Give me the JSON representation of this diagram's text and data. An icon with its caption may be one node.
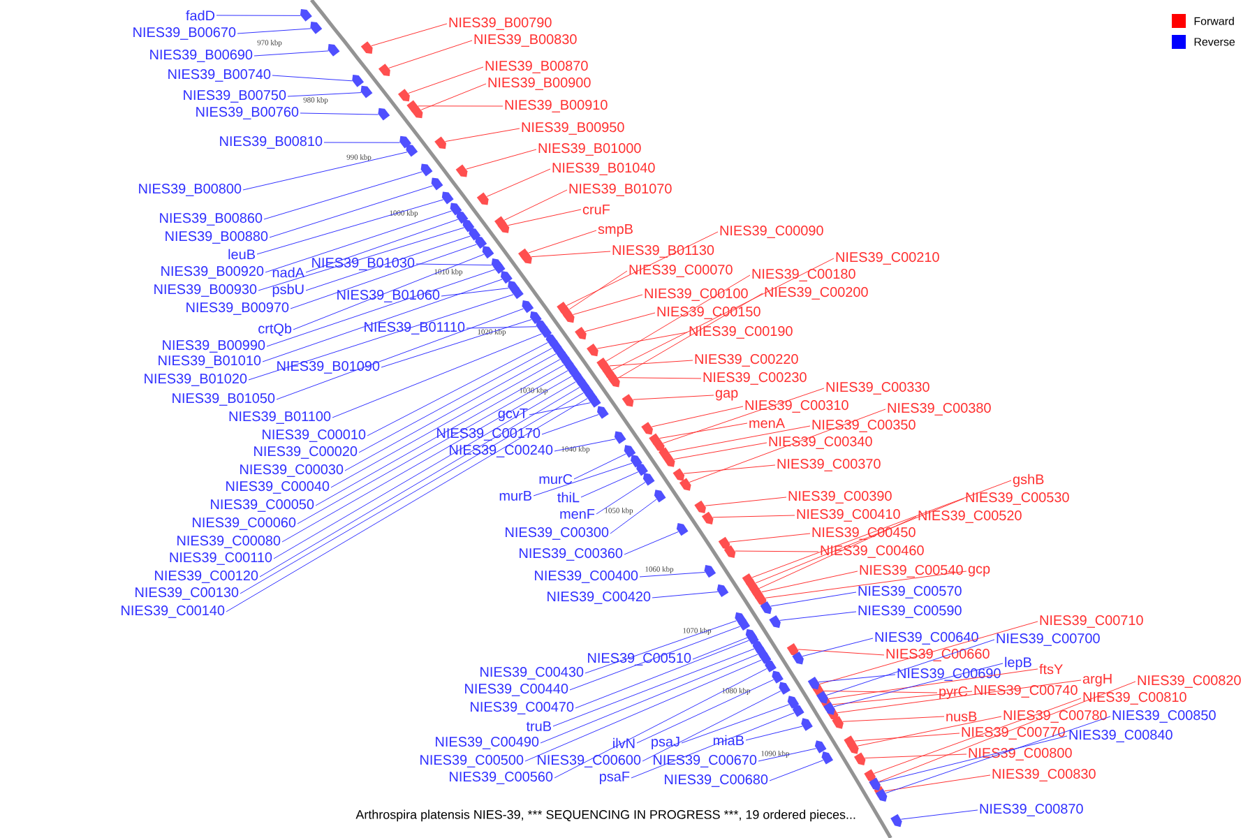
{
  "diagram": {
    "caption": "Arthrospira platensis NIES-39, *** SEQUENCING IN PROGRESS ***, 19 ordered pieces...",
    "nodes": [
      {
        "text": [
          "fadD"
        ]
      },
      {
        "text": [
          "NIES39_B00670"
        ]
      },
      {
        "text": [
          "NIES39_B00690"
        ]
      },
      {
        "text": [
          "NIES39_B00740"
        ]
      },
      {
        "text": [
          "NIES39_B00750"
        ]
      },
      {
        "text": [
          "NIES39_B00760"
        ]
      },
      {
        "text": [
          "NIES39_B00810"
        ]
      },
      {
        "text": [
          "NIES39_B00800"
        ]
      },
      {
        "text": [
          "NIES39_B00860"
        ]
      },
      {
        "text": [
          "NIES39_B00880"
        ]
      },
      {
        "text": [
          "leuB"
        ]
      },
      {
        "text": [
          "NIES39_B00920"
        ]
      },
      {
        "text": [
          "nadA"
        ]
      },
      {
        "text": [
          "NIES39_B01030"
        ]
      },
      {
        "text": [
          "NIES39_B00930"
        ]
      },
      {
        "text": [
          "psbU"
        ]
      },
      {
        "text": [
          "NIES39_B00970"
        ]
      },
      {
        "text": [
          "NIES39_B01060"
        ]
      },
      {
        "text": [
          "crtQb"
        ]
      },
      {
        "text": [
          "NIES39_B01110"
        ]
      },
      {
        "text": [
          "NIES39_B00990"
        ]
      },
      {
        "text": [
          "NIES39_B01010"
        ]
      },
      {
        "text": [
          "NIES39_B01090"
        ]
      },
      {
        "text": [
          "NIES39_B01020"
        ]
      },
      {
        "text": [
          "NIES39_B01050"
        ]
      },
      {
        "text": [
          "NIES39_B01100"
        ]
      },
      {
        "text": [
          "NIES39_C00010"
        ]
      },
      {
        "text": [
          "NIES39_C00020"
        ]
      },
      {
        "text": [
          "NIES39_C00030"
        ]
      },
      {
        "text": [
          "NIES39_C00040"
        ]
      },
      {
        "text": [
          "NIES39_C00050"
        ]
      },
      {
        "text": [
          "NIES39_C00060"
        ]
      },
      {
        "text": [
          "NIES39_C00080"
        ]
      },
      {
        "text": [
          "NIES39_C00110"
        ]
      },
      {
        "text": [
          "NIES39_C00120"
        ]
      },
      {
        "text": [
          "NIES39_C00130"
        ]
      },
      {
        "text": [
          "NIES39_C00140"
        ]
      },
      {
        "text": [
          "gcvT"
        ]
      },
      {
        "text": [
          "NIES39_C00170"
        ]
      },
      {
        "text": [
          "NIES39_C00240"
        ]
      },
      {
        "text": [
          "murC"
        ]
      },
      {
        "text": [
          "murB"
        ]
      },
      {
        "text": [
          "thiL"
        ]
      },
      {
        "text": [
          "menF"
        ]
      },
      {
        "text": [
          "NIES39_C00300"
        ]
      },
      {
        "text": [
          "NIES39_C00360"
        ]
      },
      {
        "text": [
          "NIES39_C00400"
        ]
      },
      {
        "text": [
          "NIES39_C00420"
        ]
      },
      {
        "text": [
          "NIES39_C00510"
        ]
      },
      {
        "text": [
          "NIES39_C00430"
        ]
      },
      {
        "text": [
          "NIES39_C00440"
        ]
      },
      {
        "text": [
          "NIES39_C00470"
        ]
      },
      {
        "text": [
          "truB"
        ]
      },
      {
        "text": [
          "NIES39_C00490"
        ]
      },
      {
        "text": [
          "ilvN"
        ]
      },
      {
        "text": [
          "psaJ"
        ]
      },
      {
        "text": [
          "miaB"
        ]
      },
      {
        "text": [
          "NIES39_C00500"
        ]
      },
      {
        "text": [
          "NIES39_C00600"
        ]
      },
      {
        "text": [
          "NIES39_C00670"
        ]
      },
      {
        "text": [
          "NIES39_C00560"
        ]
      },
      {
        "text": [
          "psaF"
        ]
      },
      {
        "text": [
          "NIES39_C00680"
        ]
      },
      {
        "text": [
          "NIES39_B00790"
        ]
      },
      {
        "text": [
          "NIES39_B00830"
        ]
      },
      {
        "text": [
          "NIES39_B00870"
        ]
      },
      {
        "text": [
          "NIES39_B00900"
        ]
      },
      {
        "text": [
          "NIES39_B00910"
        ]
      },
      {
        "text": [
          "NIES39_B00950"
        ]
      },
      {
        "text": [
          "NIES39_B01000"
        ]
      },
      {
        "text": [
          "NIES39_B01040"
        ]
      },
      {
        "text": [
          "NIES39_B01070"
        ]
      },
      {
        "text": [
          "cruF"
        ]
      },
      {
        "text": [
          "smpB"
        ]
      },
      {
        "text": [
          "NIES39_C00090"
        ]
      },
      {
        "text": [
          "NIES39_B01130"
        ]
      },
      {
        "text": [
          "NIES39_C00070"
        ]
      },
      {
        "text": [
          "NIES39_C00210"
        ]
      },
      {
        "text": [
          "NIES39_C00180"
        ]
      },
      {
        "text": [
          "NIES39_C00100"
        ]
      },
      {
        "text": [
          "NIES39_C00200"
        ]
      },
      {
        "text": [
          "NIES39_C00150"
        ]
      },
      {
        "text": [
          "NIES39_C00190"
        ]
      },
      {
        "text": [
          "NIES39_C00220"
        ]
      },
      {
        "text": [
          "NIES39_C00230"
        ]
      },
      {
        "text": [
          "gap"
        ]
      },
      {
        "text": [
          "NIES39_C00330"
        ]
      },
      {
        "text": [
          "NIES39_C00310"
        ]
      },
      {
        "text": [
          "NIES39_C00380"
        ]
      },
      {
        "text": [
          "menA"
        ]
      },
      {
        "text": [
          "NIES39_C00350"
        ]
      },
      {
        "text": [
          "NIES39_C00340"
        ]
      },
      {
        "text": [
          "NIES39_C00370"
        ]
      },
      {
        "text": [
          "gshB"
        ]
      },
      {
        "text": [
          "NIES39_C00390"
        ]
      },
      {
        "text": [
          "NIES39_C00530"
        ]
      },
      {
        "text": [
          "NIES39_C00410"
        ]
      },
      {
        "text": [
          "NIES39_C00520"
        ]
      },
      {
        "text": [
          "NIES39_C00450"
        ]
      },
      {
        "text": [
          "NIES39_C00460"
        ]
      },
      {
        "text": [
          "NIES39_C00540"
        ]
      },
      {
        "text": [
          "gcp"
        ]
      },
      {
        "text": [
          "NIES39_C00710"
        ]
      },
      {
        "text": [
          "NIES39_C00660"
        ]
      },
      {
        "text": [
          "ftsY"
        ]
      },
      {
        "text": [
          "argH"
        ]
      },
      {
        "text": [
          "NIES39_C00820"
        ]
      },
      {
        "text": [
          "pyrC"
        ]
      },
      {
        "text": [
          "NIES39_C00740"
        ]
      },
      {
        "text": [
          "NIES39_C00810"
        ]
      },
      {
        "text": [
          "nusB"
        ]
      },
      {
        "text": [
          "NIES39_C00780"
        ]
      },
      {
        "text": [
          "NIES39_C00770"
        ]
      },
      {
        "text": [
          "NIES39_C00800"
        ]
      },
      {
        "text": [
          "NIES39_C00830"
        ]
      },
      {
        "text": [
          "NIES39_C00570"
        ]
      },
      {
        "text": [
          "NIES39_C00590"
        ]
      },
      {
        "text": [
          "NIES39_C00640"
        ]
      },
      {
        "text": [
          "NIES39_C00700"
        ]
      },
      {
        "text": [
          "lepB"
        ]
      },
      {
        "text": [
          "NIES39_C00690"
        ]
      },
      {
        "text": [
          "NIES39_C00850"
        ]
      },
      {
        "text": [
          "NIES39_C00840"
        ]
      },
      {
        "text": [
          "NIES39_C00870"
        ]
      },
      {
        "text": [],
        "shape": "pentagon"
      },
      {
        "text": [],
        "shape": "pentagon"
      },
      {
        "text": [],
        "shape": "pentagon"
      },
      {
        "text": [],
        "shape": "pentagon"
      },
      {
        "text": [],
        "shape": "pentagon"
      },
      {
        "text": [],
        "shape": "pentagon"
      },
      {
        "text": [],
        "shape": "pentagon"
      },
      {
        "text": [],
        "shape": "pentagon"
      },
      {
        "text": [],
        "shape": "pentagon"
      },
      {
        "text": [],
        "shape": "pentagon"
      },
      {
        "text": [],
        "shape": "pentagon"
      },
      {
        "text": [],
        "shape": "pentagon"
      },
      {
        "text": [],
        "shape": "pentagon"
      },
      {
        "text": [],
        "shape": "pentagon"
      },
      {
        "text": [],
        "shape": "pentagon"
      },
      {
        "text": [],
        "shape": "pentagon"
      },
      {
        "text": [],
        "shape": "pentagon"
      },
      {
        "text": [],
        "shape": "pentagon"
      },
      {
        "text": [],
        "shape": "pentagon"
      },
      {
        "text": [],
        "shape": "pentagon"
      },
      {
        "text": [],
        "shape": "pentagon"
      },
      {
        "text": [],
        "shape": "pentagon"
      },
      {
        "text": [],
        "shape": "pentagon"
      },
      {
        "text": [],
        "shape": "pentagon"
      },
      {
        "text": [],
        "shape": "pentagon"
      },
      {
        "text": [],
        "shape": "pentagon"
      },
      {
        "text": [],
        "shape": "pentagon"
      },
      {
        "text": [],
        "shape": "pentagon"
      },
      {
        "text": [],
        "shape": "pentagon"
      },
      {
        "text": [],
        "shape": "pentagon"
      },
      {
        "text": [],
        "shape": "pentagon"
      },
      {
        "text": [],
        "shape": "pentagon"
      },
      {
        "text": [],
        "shape": "pentagon"
      },
      {
        "text": [],
        "shape": "pentagon"
      },
      {
        "text": [],
        "shape": "pentagon"
      },
      {
        "text": [],
        "shape": "pentagon"
      },
      {
        "text": [],
        "shape": "pentagon"
      },
      {
        "text": [],
        "shape": "pentagon"
      },
      {
        "text": [],
        "shape": "pentagon"
      },
      {
        "text": [],
        "shape": "pentagon"
      },
      {
        "text": [],
        "shape": "pentagon"
      },
      {
        "text": [],
        "shape": "pentagon"
      },
      {
        "text": [],
        "shape": "pentagon"
      },
      {
        "text": [],
        "shape": "pentagon"
      },
      {
        "text": [],
        "shape": "pentagon"
      },
      {
        "text": [],
        "shape": "pentagon"
      },
      {
        "text": [],
        "shape": "pentagon"
      },
      {
        "text": [],
        "shape": "pentagon"
      },
      {
        "text": [],
        "shape": "pentagon"
      },
      {
        "text": [],
        "shape": "pentagon"
      },
      {
        "text": [],
        "shape": "pentagon"
      },
      {
        "text": [],
        "shape": "pentagon"
      },
      {
        "text": [],
        "shape": "pentagon"
      },
      {
        "text": [],
        "shape": "pentagon"
      },
      {
        "text": [],
        "shape": "pentagon"
      },
      {
        "text": [],
        "shape": "pentagon"
      },
      {
        "text": [],
        "shape": "pentagon"
      },
      {
        "text": [],
        "shape": "pentagon"
      },
      {
        "text": [],
        "shape": "pentagon"
      },
      {
        "text": [],
        "shape": "pentagon"
      },
      {
        "text": [],
        "shape": "pentagon"
      },
      {
        "text": [],
        "shape": "pentagon"
      },
      {
        "text": [],
        "shape": "pentagon"
      },
      {
        "text": [],
        "shape": "pentagon"
      },
      {
        "text": [],
        "shape": "pentagon"
      },
      {
        "text": [],
        "shape": "pentagon"
      },
      {
        "text": [],
        "shape": "pentagon"
      },
      {
        "text": [],
        "shape": "pentagon"
      },
      {
        "text": [],
        "shape": "pentagon"
      },
      {
        "text": [],
        "shape": "pentagon"
      },
      {
        "text": [],
        "shape": "pentagon"
      },
      {
        "text": [],
        "shape": "pentagon"
      },
      {
        "text": [],
        "shape": "pentagon"
      },
      {
        "text": [],
        "shape": "pentagon"
      },
      {
        "text": [],
        "shape": "pentagon"
      },
      {
        "text": [],
        "shape": "pentagon"
      },
      {
        "text": [],
        "shape": "pentagon"
      },
      {
        "text": [],
        "shape": "pentagon"
      },
      {
        "text": [],
        "shape": "pentagon"
      },
      {
        "text": [],
        "shape": "pentagon"
      },
      {
        "text": [],
        "shape": "pentagon"
      },
      {
        "text": [],
        "shape": "pentagon"
      },
      {
        "text": [],
        "shape": "pentagon"
      },
      {
        "text": [],
        "shape": "pentagon"
      },
      {
        "text": [],
        "shape": "pentagon"
      },
      {
        "text": [],
        "shape": "pentagon"
      },
      {
        "text": [],
        "shape": "pentagon"
      },
      {
        "text": [],
        "shape": "pentagon"
      },
      {
        "text": [],
        "shape": "pentagon"
      },
      {
        "text": [],
        "shape": "pentagon"
      },
      {
        "text": [],
        "shape": "pentagon"
      },
      {
        "text": [],
        "shape": "pentagon"
      },
      {
        "text": [],
        "shape": "pentagon"
      },
      {
        "text": [],
        "shape": "pentagon"
      },
      {
        "text": [],
        "shape": "pentagon"
      },
      {
        "text": [],
        "shape": "pentagon"
      },
      {
        "text": [],
        "shape": "pentagon"
      },
      {
        "text": [],
        "shape": "pentagon"
      },
      {
        "text": [],
        "shape": "pentagon"
      },
      {
        "text": [],
        "shape": "pentagon"
      },
      {
        "text": [],
        "shape": "pentagon"
      },
      {
        "text": [],
        "shape": "pentagon"
      },
      {
        "text": [],
        "shape": "pentagon"
      },
      {
        "text": [],
        "shape": "pentagon"
      },
      {
        "text": [],
        "shape": "pentagon"
      },
      {
        "text": [],
        "shape": "pentagon"
      },
      {
        "text": [],
        "shape": "pentagon"
      },
      {
        "text": [],
        "shape": "pentagon"
      },
      {
        "text": [],
        "shape": "pentagon"
      },
      {
        "text": [],
        "shape": "pentagon"
      },
      {
        "text": [],
        "shape": "pentagon"
      },
      {
        "text": [],
        "shape": "pentagon"
      },
      {
        "text": [],
        "shape": "pentagon"
      },
      {
        "text": [],
        "shape": "pentagon"
      },
      {
        "text": [],
        "shape": "pentagon"
      },
      {
        "text": [],
        "shape": "pentagon"
      },
      {
        "text": [],
        "shape": "pentagon"
      },
      {
        "text": [],
        "shape": "pentagon"
      },
      {
        "text": [],
        "shape": "pentagon"
      },
      {
        "text": [],
        "shape": "pentagon"
      },
      {
        "text": [],
        "shape": "pentagon"
      },
      {
        "text": [],
        "shape": "pentagon"
      },
      {
        "text": [],
        "shape": "pentagon"
      },
      {
        "text": [],
        "shape": "pentagon"
      }
    ],
    "edges": [
      {
        "from": 0,
        "to": 124,
        "arrow": "none",
        "color": "#3030ff"
      },
      {
        "from": 1,
        "to": 125,
        "arrow": "none",
        "color": "#3030ff"
      },
      {
        "from": 2,
        "to": 126,
        "arrow": "none",
        "color": "#3030ff"
      },
      {
        "from": 3,
        "to": 127,
        "arrow": "none",
        "color": "#3030ff"
      },
      {
        "from": 4,
        "to": 128,
        "arrow": "none",
        "color": "#3030ff"
      },
      {
        "from": 5,
        "to": 129,
        "arrow": "none",
        "color": "#3030ff"
      },
      {
        "from": 6,
        "to": 130,
        "arrow": "none",
        "color": "#3030ff"
      },
      {
        "from": 7,
        "to": 131,
        "arrow": "none",
        "color": "#3030ff"
      },
      {
        "from": 8,
        "to": 132,
        "arrow": "none",
        "color": "#3030ff"
      },
      {
        "from": 9,
        "to": 133,
        "arrow": "none",
        "color": "#3030ff"
      },
      {
        "from": 10,
        "to": 134,
        "arrow": "none",
        "color": "#3030ff"
      },
      {
        "from": 11,
        "to": 135,
        "arrow": "none",
        "color": "#3030ff"
      },
      {
        "from": 12,
        "to": 136,
        "arrow": "none",
        "color": "#3030ff"
      },
      {
        "from": 13,
        "to": 137,
        "arrow": "none",
        "color": "#3030ff"
      },
      {
        "from": 14,
        "to": 138,
        "arrow": "none",
        "color": "#3030ff"
      },
      {
        "from": 15,
        "to": 139,
        "arrow": "none",
        "color": "#3030ff"
      },
      {
        "from": 16,
        "to": 140,
        "arrow": "none",
        "color": "#3030ff"
      },
      {
        "from": 17,
        "to": 141,
        "arrow": "none",
        "color": "#3030ff"
      },
      {
        "from": 18,
        "to": 142,
        "arrow": "none",
        "color": "#3030ff"
      },
      {
        "from": 19,
        "to": 143,
        "arrow": "none",
        "color": "#3030ff"
      },
      {
        "from": 20,
        "to": 144,
        "arrow": "none",
        "color": "#3030ff"
      },
      {
        "from": 21,
        "to": 145,
        "arrow": "none",
        "color": "#3030ff"
      },
      {
        "from": 22,
        "to": 146,
        "arrow": "none",
        "color": "#3030ff"
      },
      {
        "from": 23,
        "to": 147,
        "arrow": "none",
        "color": "#3030ff"
      },
      {
        "from": 24,
        "to": 148,
        "arrow": "none",
        "color": "#3030ff"
      },
      {
        "from": 25,
        "to": 149,
        "arrow": "none",
        "color": "#3030ff"
      },
      {
        "from": 26,
        "to": 150,
        "arrow": "none",
        "color": "#3030ff"
      },
      {
        "from": 27,
        "to": 151,
        "arrow": "none",
        "color": "#3030ff"
      },
      {
        "from": 28,
        "to": 152,
        "arrow": "none",
        "color": "#3030ff"
      },
      {
        "from": 29,
        "to": 153,
        "arrow": "none",
        "color": "#3030ff"
      },
      {
        "from": 30,
        "to": 154,
        "arrow": "none",
        "color": "#3030ff"
      },
      {
        "from": 31,
        "to": 155,
        "arrow": "none",
        "color": "#3030ff"
      },
      {
        "from": 32,
        "to": 156,
        "arrow": "none",
        "color": "#3030ff"
      },
      {
        "from": 33,
        "to": 157,
        "arrow": "none",
        "color": "#3030ff"
      },
      {
        "from": 34,
        "to": 158,
        "arrow": "none",
        "color": "#3030ff"
      },
      {
        "from": 35,
        "to": 159,
        "arrow": "none",
        "color": "#3030ff"
      },
      {
        "from": 36,
        "to": 160,
        "arrow": "none",
        "color": "#3030ff"
      },
      {
        "from": 37,
        "to": 161,
        "arrow": "none",
        "color": "#3030ff"
      },
      {
        "from": 38,
        "to": 162,
        "arrow": "none",
        "color": "#3030ff"
      },
      {
        "from": 39,
        "to": 163,
        "arrow": "none",
        "color": "#3030ff"
      },
      {
        "from": 40,
        "to": 164,
        "arrow": "none",
        "color": "#3030ff"
      },
      {
        "from": 41,
        "to": 165,
        "arrow": "none",
        "color": "#3030ff"
      },
      {
        "from": 42,
        "to": 166,
        "arrow": "none",
        "color": "#3030ff"
      },
      {
        "from": 43,
        "to": 167,
        "arrow": "none",
        "color": "#3030ff"
      },
      {
        "from": 44,
        "to": 168,
        "arrow": "none",
        "color": "#3030ff"
      },
      {
        "from": 45,
        "to": 169,
        "arrow": "none",
        "color": "#3030ff"
      },
      {
        "from": 46,
        "to": 170,
        "arrow": "none",
        "color": "#3030ff"
      },
      {
        "from": 47,
        "to": 171,
        "arrow": "none",
        "color": "#3030ff"
      },
      {
        "from": 48,
        "to": 172,
        "arrow": "none",
        "color": "#3030ff"
      },
      {
        "from": 49,
        "to": 173,
        "arrow": "none",
        "color": "#3030ff"
      },
      {
        "from": 50,
        "to": 174,
        "arrow": "none",
        "color": "#3030ff"
      },
      {
        "from": 51,
        "to": 175,
        "arrow": "none",
        "color": "#3030ff"
      },
      {
        "from": 52,
        "to": 176,
        "arrow": "none",
        "color": "#3030ff"
      },
      {
        "from": 53,
        "to": 177,
        "arrow": "none",
        "color": "#3030ff"
      },
      {
        "from": 54,
        "to": 178,
        "arrow": "none",
        "color": "#3030ff"
      },
      {
        "from": 55,
        "to": 179,
        "arrow": "none",
        "color": "#3030ff"
      },
      {
        "from": 56,
        "to": 180,
        "arrow": "none",
        "color": "#3030ff"
      },
      {
        "from": 57,
        "to": 181,
        "arrow": "none",
        "color": "#3030ff"
      },
      {
        "from": 58,
        "to": 182,
        "arrow": "none",
        "color": "#3030ff"
      },
      {
        "from": 59,
        "to": 183,
        "arrow": "none",
        "color": "#3030ff"
      },
      {
        "from": 60,
        "to": 184,
        "arrow": "none",
        "color": "#3030ff"
      },
      {
        "from": 61,
        "to": 185,
        "arrow": "none",
        "color": "#3030ff"
      },
      {
        "from": 62,
        "to": 186,
        "arrow": "none",
        "color": "#3030ff"
      },
      {
        "from": 63,
        "to": 187,
        "arrow": "none",
        "color": "#ff3030"
      },
      {
        "from": 64,
        "to": 188,
        "arrow": "none",
        "color": "#ff3030"
      },
      {
        "from": 65,
        "to": 189,
        "arrow": "none",
        "color": "#ff3030"
      },
      {
        "from": 66,
        "to": 190,
        "arrow": "none",
        "color": "#ff3030"
      },
      {
        "from": 67,
        "to": 191,
        "arrow": "none",
        "color": "#ff3030"
      },
      {
        "from": 68,
        "to": 192,
        "arrow": "none",
        "color": "#ff3030"
      },
      {
        "from": 69,
        "to": 193,
        "arrow": "none",
        "color": "#ff3030"
      },
      {
        "from": 70,
        "to": 194,
        "arrow": "none",
        "color": "#ff3030"
      },
      {
        "from": 71,
        "to": 195,
        "arrow": "none",
        "color": "#ff3030"
      },
      {
        "from": 72,
        "to": 196,
        "arrow": "none",
        "color": "#ff3030"
      },
      {
        "from": 73,
        "to": 197,
        "arrow": "none",
        "color": "#ff3030"
      },
      {
        "from": 74,
        "to": 198,
        "arrow": "none",
        "color": "#ff3030"
      },
      {
        "from": 75,
        "to": 199,
        "arrow": "none",
        "color": "#ff3030"
      },
      {
        "from": 76,
        "to": 200,
        "arrow": "none",
        "color": "#ff3030"
      },
      {
        "from": 77,
        "to": 201,
        "arrow": "none",
        "color": "#ff3030"
      },
      {
        "from": 78,
        "to": 202,
        "arrow": "none",
        "color": "#ff3030"
      },
      {
        "from": 79,
        "to": 203,
        "arrow": "none",
        "color": "#ff3030"
      },
      {
        "from": 80,
        "to": 204,
        "arrow": "none",
        "color": "#ff3030"
      },
      {
        "from": 81,
        "to": 205,
        "arrow": "none",
        "color": "#ff3030"
      },
      {
        "from": 82,
        "to": 206,
        "arrow": "none",
        "color": "#ff3030"
      },
      {
        "from": 83,
        "to": 207,
        "arrow": "none",
        "color": "#ff3030"
      },
      {
        "from": 84,
        "to": 208,
        "arrow": "none",
        "color": "#ff3030"
      },
      {
        "from": 85,
        "to": 209,
        "arrow": "none",
        "color": "#ff3030"
      },
      {
        "from": 86,
        "to": 210,
        "arrow": "none",
        "color": "#ff3030"
      },
      {
        "from": 87,
        "to": 211,
        "arrow": "none",
        "color": "#ff3030"
      },
      {
        "from": 88,
        "to": 212,
        "arrow": "none",
        "color": "#ff3030"
      },
      {
        "from": 89,
        "to": 213,
        "arrow": "none",
        "color": "#ff3030"
      },
      {
        "from": 90,
        "to": 214,
        "arrow": "none",
        "color": "#ff3030"
      },
      {
        "from": 91,
        "to": 215,
        "arrow": "none",
        "color": "#ff3030"
      },
      {
        "from": 92,
        "to": 216,
        "arrow": "none",
        "color": "#ff3030"
      },
      {
        "from": 93,
        "to": 217,
        "arrow": "none",
        "color": "#ff3030"
      },
      {
        "from": 94,
        "to": 218,
        "arrow": "none",
        "color": "#ff3030"
      },
      {
        "from": 95,
        "to": 219,
        "arrow": "none",
        "color": "#ff3030"
      },
      {
        "from": 96,
        "to": 220,
        "arrow": "none",
        "color": "#ff3030"
      },
      {
        "from": 97,
        "to": 221,
        "arrow": "none",
        "color": "#ff3030"
      },
      {
        "from": 98,
        "to": 222,
        "arrow": "none",
        "color": "#ff3030"
      },
      {
        "from": 99,
        "to": 223,
        "arrow": "none",
        "color": "#ff3030"
      },
      {
        "from": 100,
        "to": 224,
        "arrow": "none",
        "color": "#ff3030"
      },
      {
        "from": 101,
        "to": 225,
        "arrow": "none",
        "color": "#ff3030"
      },
      {
        "from": 102,
        "to": 226,
        "arrow": "none",
        "color": "#ff3030"
      },
      {
        "from": 103,
        "to": 227,
        "arrow": "none",
        "color": "#ff3030"
      },
      {
        "from": 104,
        "to": 228,
        "arrow": "none",
        "color": "#ff3030"
      },
      {
        "from": 105,
        "to": 229,
        "arrow": "none",
        "color": "#ff3030"
      },
      {
        "from": 106,
        "to": 230,
        "arrow": "none",
        "color": "#ff3030"
      },
      {
        "from": 107,
        "to": 231,
        "arrow": "none",
        "color": "#ff3030"
      },
      {
        "from": 108,
        "to": 232,
        "arrow": "none",
        "color": "#ff3030"
      },
      {
        "from": 109,
        "to": 233,
        "arrow": "none",
        "color": "#ff3030"
      },
      {
        "from": 110,
        "to": 234,
        "arrow": "none",
        "color": "#ff3030"
      },
      {
        "from": 111,
        "to": 235,
        "arrow": "none",
        "color": "#ff3030"
      },
      {
        "from": 112,
        "to": 236,
        "arrow": "none",
        "color": "#ff3030"
      },
      {
        "from": 113,
        "to": 237,
        "arrow": "none",
        "color": "#ff3030"
      },
      {
        "from": 114,
        "to": 238,
        "arrow": "none",
        "color": "#ff3030"
      },
      {
        "from": 115,
        "to": 239,
        "arrow": "none",
        "color": "#3030ff"
      },
      {
        "from": 116,
        "to": 240,
        "arrow": "none",
        "color": "#3030ff"
      },
      {
        "from": 117,
        "to": 241,
        "arrow": "none",
        "color": "#3030ff"
      },
      {
        "from": 118,
        "to": 242,
        "arrow": "none",
        "color": "#3030ff"
      },
      {
        "from": 119,
        "to": 243,
        "arrow": "none",
        "color": "#3030ff"
      },
      {
        "from": 120,
        "to": 244,
        "arrow": "none",
        "color": "#3030ff"
      },
      {
        "from": 121,
        "to": 245,
        "arrow": "none",
        "color": "#3030ff"
      },
      {
        "from": 122,
        "to": 246,
        "arrow": "none",
        "color": "#3030ff"
      },
      {
        "from": 123,
        "to": 247,
        "arrow": "none",
        "color": "#3030ff"
      }
    ],
    "labels": [
      "970 kbp",
      "980 kbp",
      "990 kbp",
      "1000 kbp",
      "1010 kbp",
      "1020 kbp",
      "1030 kbp",
      "1040 kbp",
      "1050 kbp",
      "1060 kbp",
      "1070 kbp",
      "1080 kbp",
      "1090 kbp"
    ],
    "legend": [
      {
        "text": "Forward",
        "color": "#ff0000"
      },
      {
        "text": "Reverse",
        "color": "#0000ff"
      }
    ]
  }
}
